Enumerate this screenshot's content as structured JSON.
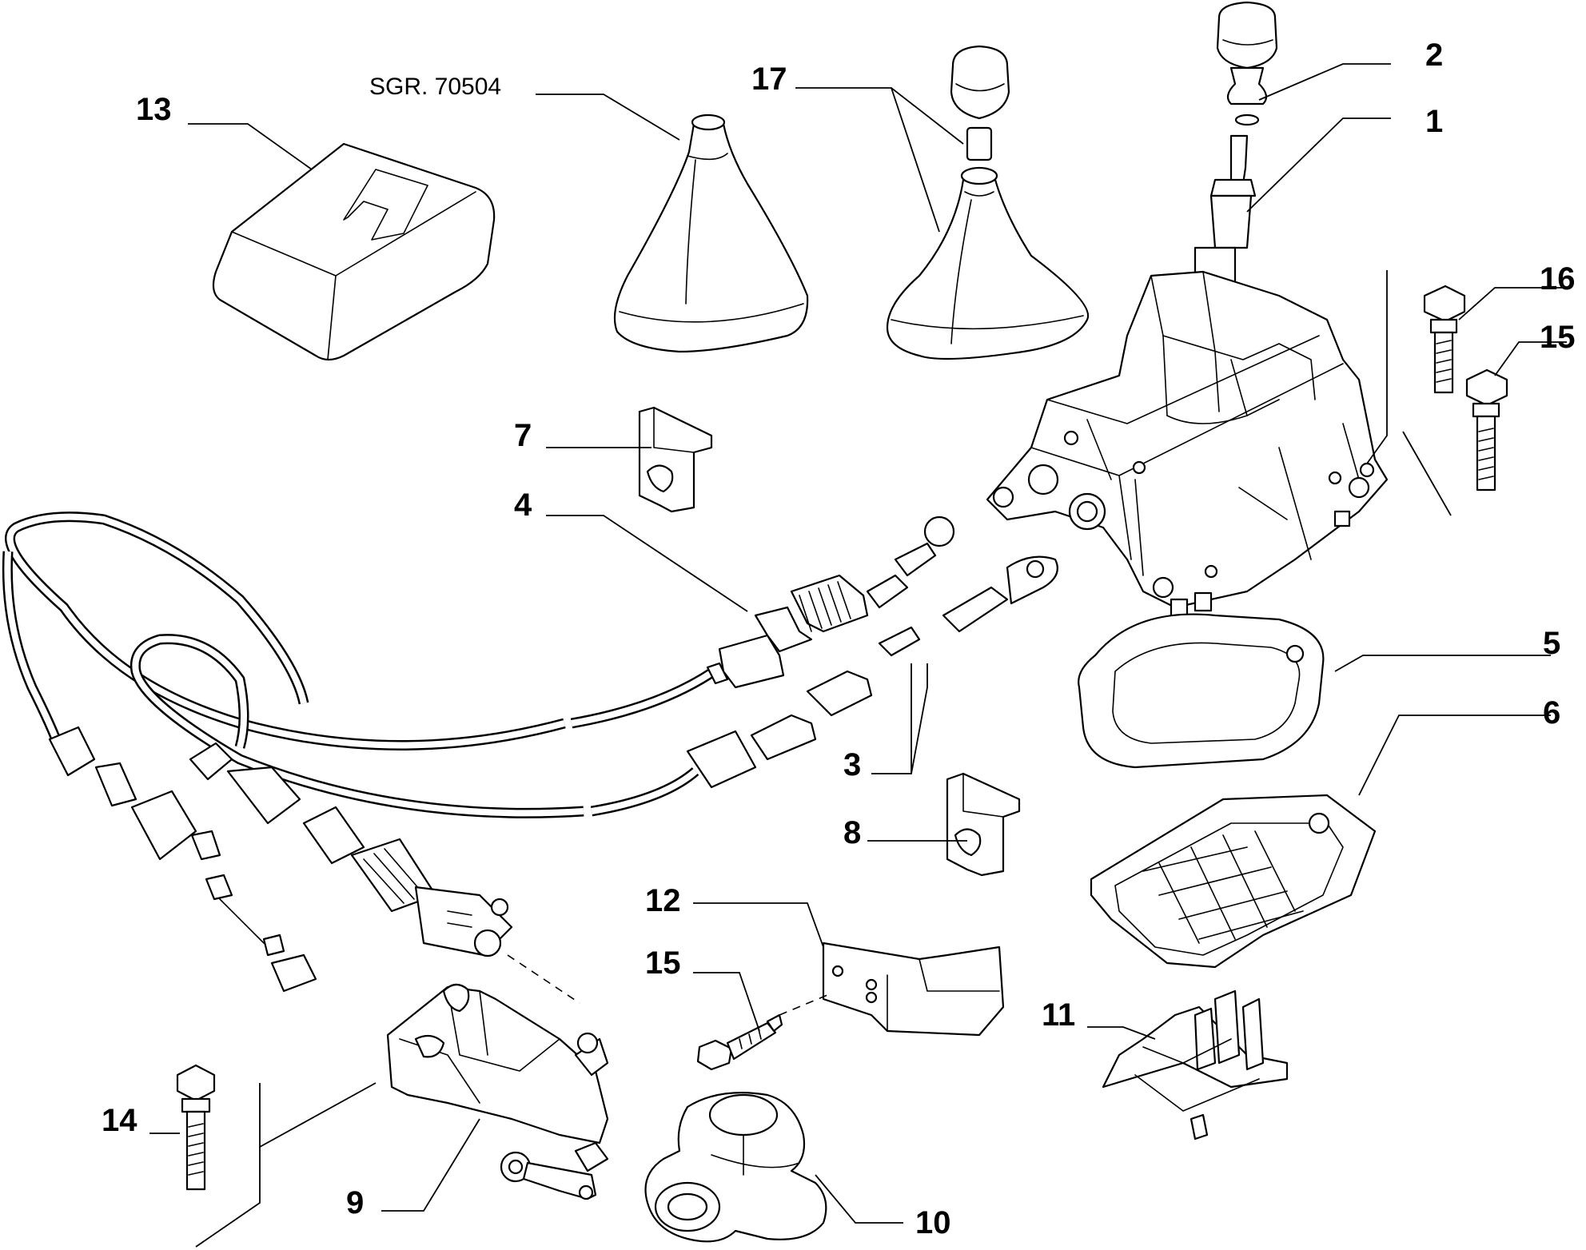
{
  "diagram": {
    "reference_label": "SGR. 70504",
    "callouts": {
      "c1": "1",
      "c2": "2",
      "c3": "3",
      "c4": "4",
      "c5": "5",
      "c6": "6",
      "c7": "7",
      "c8": "8",
      "c9": "9",
      "c10": "10",
      "c11": "11",
      "c12": "12",
      "c13": "13",
      "c14": "14",
      "c15a": "15",
      "c15b": "15",
      "c16": "16",
      "c17": "17"
    }
  }
}
